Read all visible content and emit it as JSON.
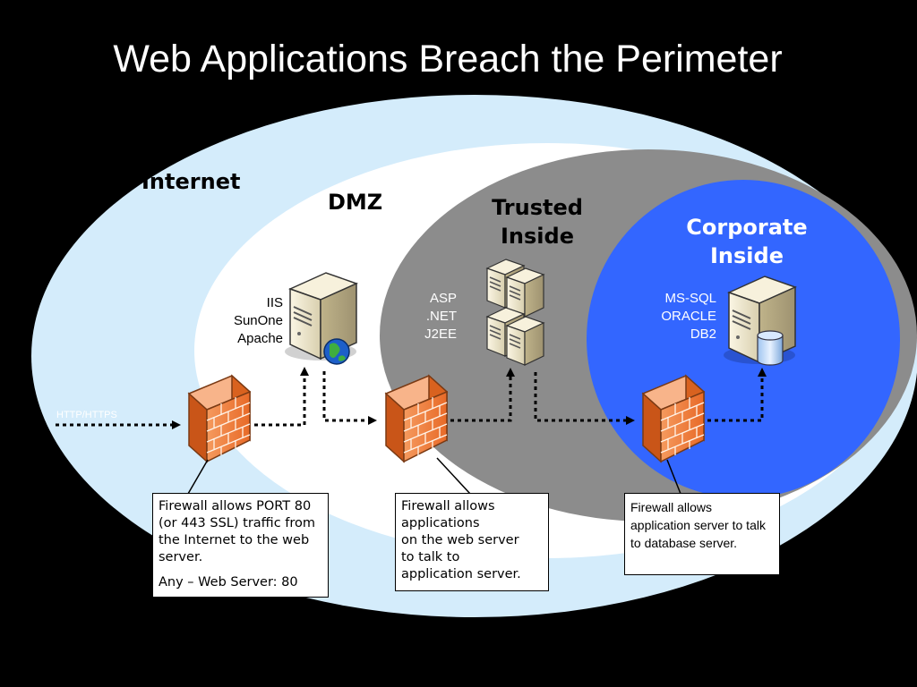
{
  "title": "Web Applications Breach the Perimeter",
  "zones": {
    "internet": "Internet",
    "dmz": "DMZ",
    "trusted": "Trusted\nInside",
    "corporate": "Corporate\nInside"
  },
  "servers": {
    "web": [
      "IIS",
      "SunOne",
      "Apache"
    ],
    "app": [
      "ASP",
      ".NET",
      "J2EE"
    ],
    "db": [
      "MS-SQL",
      "ORACLE",
      "DB2"
    ]
  },
  "traffic_label": "HTTP/HTTPS",
  "notes": {
    "firewall1": {
      "line1": "Firewall allows PORT 80 (or 443 SSL) traffic from the Internet to the web server.",
      "line2": "Any – Web Server: 80"
    },
    "firewall2": "Firewall allows\napplications\non the web server\nto talk to\napplication server.",
    "firewall3": "Firewall allows application server to talk to database server."
  },
  "colors": {
    "internet_zone": "#d4ecfb",
    "dmz_zone": "#ffffff",
    "trusted_zone": "#8c8c8c",
    "corporate_zone": "#3366ff",
    "firewall": "#f07a38"
  }
}
